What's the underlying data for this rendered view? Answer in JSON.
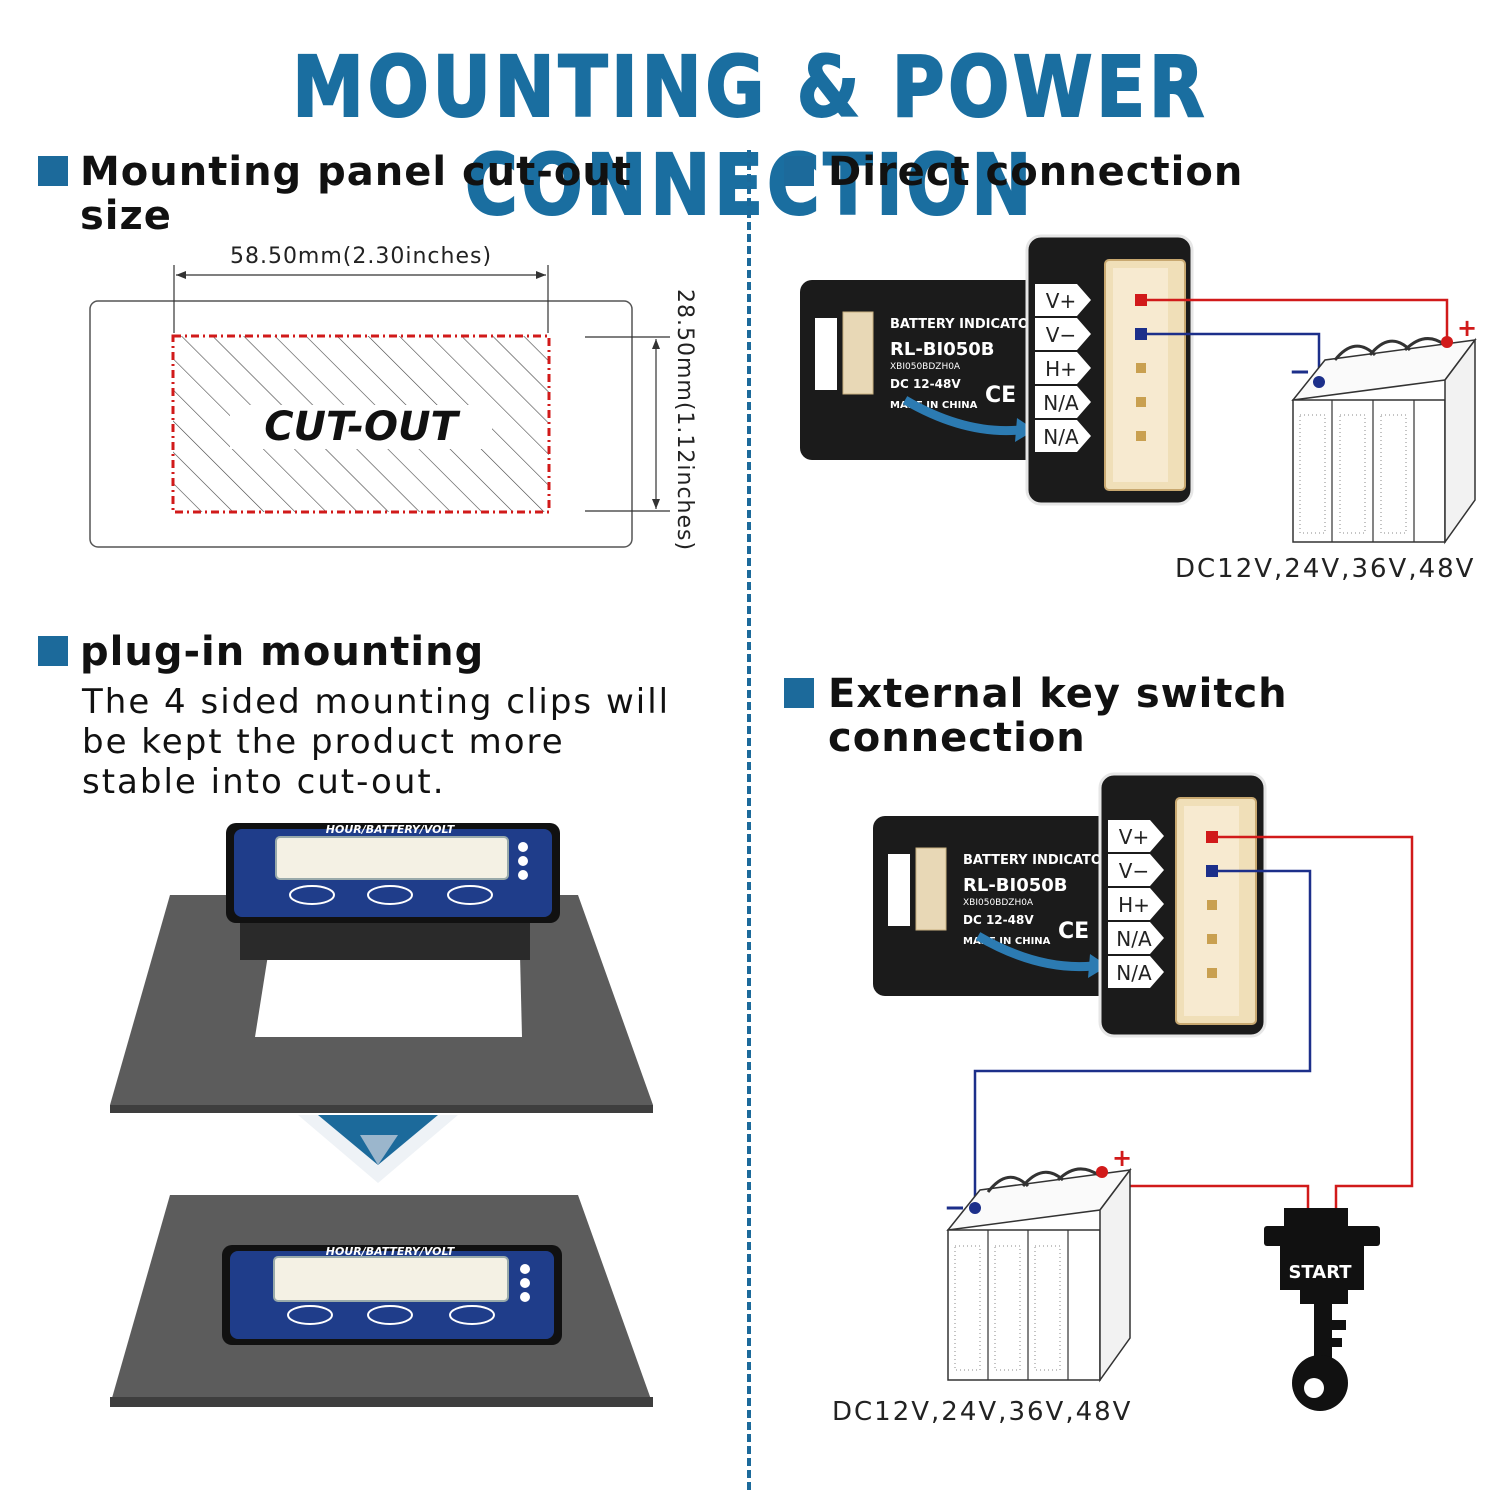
{
  "title": "MOUNTING & POWER CONNECTION",
  "sections": {
    "cutout": {
      "heading_line1": "Mounting panel cut-out",
      "heading_line2": "size",
      "width_label": "58.50mm(2.30inches)",
      "height_label": "28.50mm(1.12inches)",
      "cutout_text": "CUT-OUT"
    },
    "direct": {
      "heading": "Direct connection",
      "voltage": "DC12V,24V,36V,48V"
    },
    "plugin": {
      "heading": "plug-in mounting",
      "desc_line1": "The 4 sided mounting clips will",
      "desc_line2": "be kept the product more",
      "desc_line3": "stable into cut-out.",
      "device_label": "HOUR/BATTERY/VOLT"
    },
    "keyswitch": {
      "heading_line1": "External key switch",
      "heading_line2": "connection",
      "voltage": "DC12V,24V,36V,48V",
      "start_label": "START"
    }
  },
  "module": {
    "brand": "BATTERY INDICATO",
    "model": "RL-BI050B",
    "code": "XBI050BDZH0A",
    "rating": "DC 12-48V",
    "made": "MADE IN CHINA",
    "ce": "CE",
    "pins": [
      "V+",
      "V−",
      "H+",
      "N/A",
      "N/A"
    ]
  },
  "battery": {
    "plus": "+",
    "minus": "−"
  },
  "colors": {
    "accent": "#1c6a9b",
    "title": "#1a6ea0",
    "positive_wire": "#d11a1a",
    "negative_wire": "#1c2f8a"
  }
}
